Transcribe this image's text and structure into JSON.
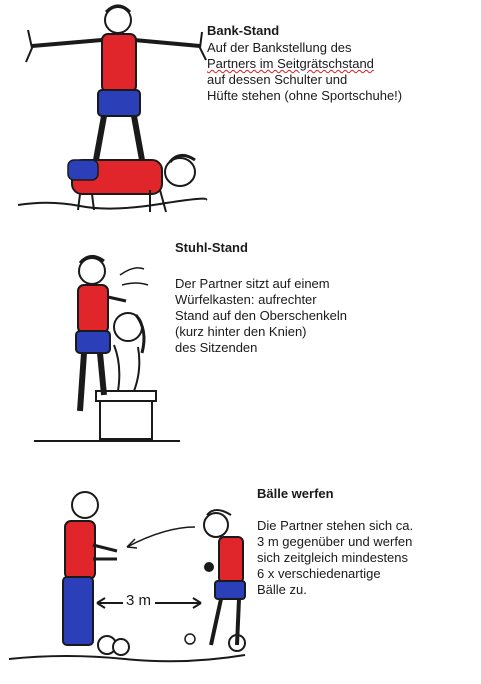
{
  "sections": [
    {
      "title": "Bank-Stand",
      "lines": [
        "Auf der Bankstellung des",
        "Partners im Seitgrätschstand",
        "auf dessen Schulter und",
        "Hüfte stehen (ohne Sportschuhe!)"
      ]
    },
    {
      "title": "Stuhl-Stand",
      "lines": [
        "Der Partner sitzt auf einem",
        "Würfelkasten: aufrechter",
        "Stand auf den Oberschenkeln",
        "(kurz hinter den Knien)",
        "des Sitzenden"
      ]
    },
    {
      "title": "Bälle werfen",
      "lines": [
        "Die Partner stehen sich ca.",
        "3 m gegenüber und werfen",
        "sich zeitgleich mindestens",
        "6 x verschiedenartige",
        "Bälle zu."
      ],
      "distance_label": "3 m"
    }
  ],
  "colors": {
    "shirt_red": "#e0262a",
    "shorts_blue": "#2a3fb8",
    "ink": "#1a1a1a",
    "skin": "#ffffff"
  }
}
